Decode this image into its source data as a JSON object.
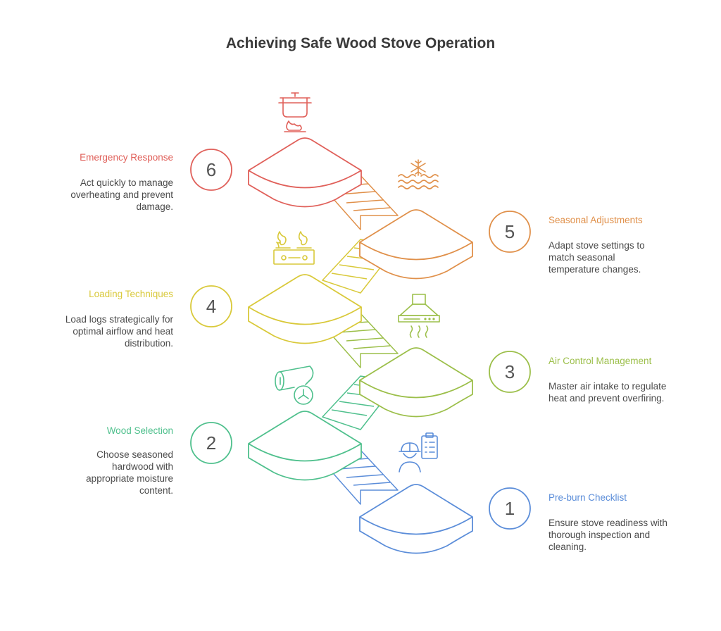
{
  "title": "Achieving Safe Wood Stove Operation",
  "steps": [
    {
      "number": "1",
      "title": "Pre-burn Checklist",
      "description": "Ensure stove readiness with thorough inspection and cleaning.",
      "color": "#5b8dd9",
      "icon": "inspector-clipboard-icon"
    },
    {
      "number": "2",
      "title": "Wood Selection",
      "description": "Choose seasoned hardwood with appropriate moisture content.",
      "color": "#4fc08d",
      "icon": "logs-icon"
    },
    {
      "number": "3",
      "title": "Air Control Management",
      "description": "Master air intake to regulate heat and prevent overfiring.",
      "color": "#9cbf4a",
      "icon": "range-hood-icon"
    },
    {
      "number": "4",
      "title": "Loading Techniques",
      "description": "Load logs strategically for optimal airflow and heat distribution.",
      "color": "#d9c93a",
      "icon": "stove-burners-icon"
    },
    {
      "number": "5",
      "title": "Seasonal Adjustments",
      "description": "Adapt stove settings to match seasonal temperature changes.",
      "color": "#e0904a",
      "icon": "snowflake-waves-icon"
    },
    {
      "number": "6",
      "title": "Emergency Response",
      "description": "Act quickly to manage overheating and prevent damage.",
      "color": "#e0605a",
      "icon": "pot-on-fire-icon"
    }
  ]
}
